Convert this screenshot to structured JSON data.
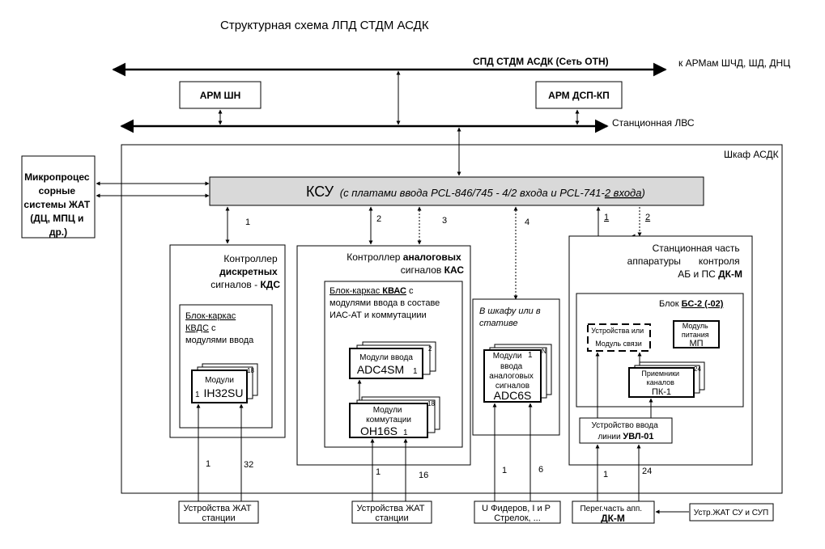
{
  "title": "Структурная схема  ЛПД   СТДМ АСДК",
  "bus_top": {
    "label": "СПД СТДМ АСДК (Сеть ОТН)",
    "right_label": "к АРМам ШЧД, ШД, ДНЦ"
  },
  "bus_lan": {
    "label": "Станционная ЛВС"
  },
  "arm_shn": "АРМ ШН",
  "arm_dsp": "АРМ ДСП-КП",
  "cabinet_label": "Шкаф АСДК",
  "micro": [
    "Микропроцес",
    "сорные",
    "системы ЖАТ",
    "(ДЦ, МПЦ и",
    "др.)"
  ],
  "ksu": {
    "main": "КСУ",
    "detail_a": "(с платами ввода PCL-846/745 - 4/2 входа и PCL-741-",
    "detail_b": "2 входа",
    "detail_c": ")"
  },
  "links": {
    "l1": "1",
    "l2": "2",
    "l3": "3",
    "l4": "4",
    "l5": "1",
    "l6": "2"
  },
  "kds": {
    "title1": "Контроллер",
    "title2": "дискретных",
    "title3a": "сигналов - ",
    "title3b": "КДС",
    "inner_title1": "Блок-каркас",
    "inner_title2": "КВДС",
    "inner_title2b": " с",
    "inner_title3": "модулями ввода",
    "module_label": "Модули",
    "module_code": "IH32SU",
    "module_idx": "1",
    "module_count": "18",
    "in_a": "1",
    "in_b": "32",
    "source": [
      "Устройства ЖАТ",
      "станции"
    ]
  },
  "kas": {
    "title1a": "Контроллер ",
    "title1b": "аналоговых",
    "title2a": "сигналов  ",
    "title2b": "КАС",
    "inner_title1a": "Блок-каркас ",
    "inner_title1b": "КВАС",
    "inner_title1c": " с",
    "inner_title2": "модулями ввода в составе",
    "inner_title3": "ИАС-АТ и коммутациии",
    "adc_label": "Модули ввода",
    "adc_code": "ADC4SM",
    "adc_idx": "1",
    "adc_count": "2",
    "oh_label1": "Модули",
    "oh_label2": "коммутации",
    "oh_code": "OH16S",
    "oh_idx": "1",
    "oh_count": "18",
    "in_a": "1",
    "in_b": "16",
    "source": [
      "Устройства ЖАТ",
      "станции"
    ]
  },
  "adc6": {
    "title1": "В шкафу или в",
    "title2": "стативе",
    "label1": "Модули",
    "label2": "ввода",
    "label3": "аналоговых",
    "label4": "сигналов",
    "code": "ADC6S",
    "idx": "1",
    "count": "N",
    "in_a": "1",
    "in_b": "6",
    "source": [
      "U Фидеров, I и P",
      "Стрелок, ..."
    ]
  },
  "dk": {
    "title1": "Станционная часть",
    "title2a": "аппаратуры",
    "title2b": "контроля",
    "title3a": "АБ и ПС  ",
    "title3b": "ДК-М",
    "block_a": "Блок ",
    "block_b": "БС-2 (-02)",
    "dev_a": "Устройства или",
    "dev_b": "Модуль связи",
    "mp1": "Модуль",
    "mp2": "питания",
    "mp3": "МП",
    "pk1": "Приемники",
    "pk2": "каналов",
    "pk3": "ПК-1",
    "pk_count": "24",
    "uvl1": "Устройство ввода",
    "uvl2a": "линии ",
    "uvl2b": "УВЛ-01",
    "in_a": "1",
    "in_b": "24",
    "source": [
      "Перег.часть апп.",
      "ДК-М"
    ],
    "ext": "Устр.ЖАТ СУ и СУП"
  }
}
